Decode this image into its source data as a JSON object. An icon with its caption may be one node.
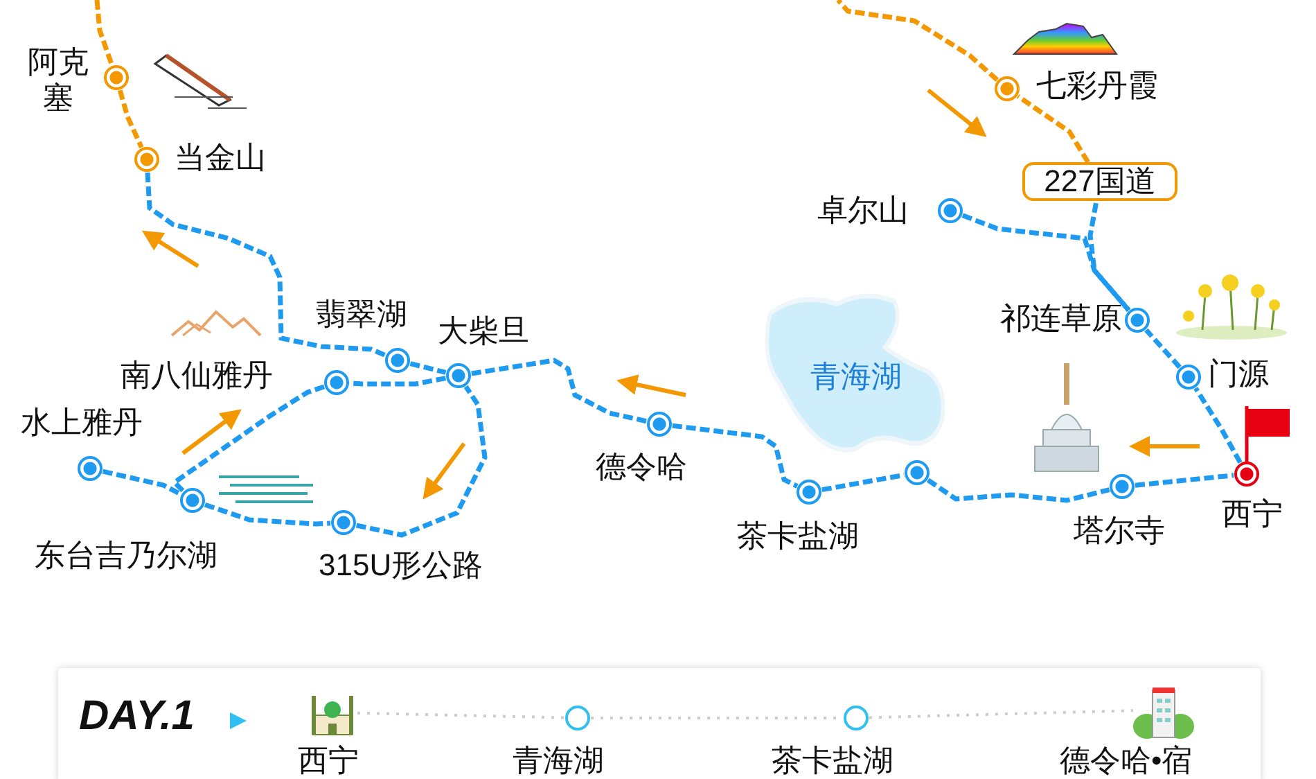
{
  "diagram": {
    "nodes": [
      {
        "text": [],
        "shape": "circle",
        "beside": [
          "阿克塞"
        ]
      },
      {
        "text": [],
        "shape": "circle",
        "beside": [
          "当金山"
        ]
      },
      {
        "text": [],
        "shape": "circle",
        "beside": [
          "七彩丹霞"
        ]
      },
      {
        "text": [
          "227国道"
        ]
      },
      {
        "text": [],
        "shape": "circle",
        "beside": [
          "卓尔山"
        ]
      },
      {
        "text": [],
        "shape": "circle",
        "beside": [
          "祁连草原"
        ]
      },
      {
        "text": [],
        "shape": "circle",
        "beside": [
          "门源"
        ]
      },
      {
        "text": [],
        "shape": "circle",
        "beside": [
          "西宁"
        ]
      },
      {
        "text": [],
        "shape": "circle",
        "beside": [
          "塔尔寺"
        ]
      },
      {
        "text": [],
        "shape": "circle"
      },
      {
        "text": [],
        "shape": "circle",
        "beside": [
          "茶卡盐湖"
        ]
      },
      {
        "text": [],
        "shape": "circle",
        "beside": [
          "德令哈"
        ]
      },
      {
        "text": [],
        "shape": "circle",
        "beside": [
          "大柴旦"
        ]
      },
      {
        "text": [],
        "shape": "circle",
        "beside": [
          "翡翠湖"
        ]
      },
      {
        "text": [],
        "shape": "circle",
        "beside": [
          "南八仙雅丹"
        ]
      },
      {
        "text": [],
        "shape": "circle",
        "beside": [
          "水上雅丹"
        ]
      },
      {
        "text": [],
        "shape": "circle",
        "beside": [
          "东台吉乃尔湖"
        ]
      },
      {
        "text": [],
        "shape": "circle",
        "beside": [
          "315U形公路"
        ]
      },
      {
        "text": [
          "青海湖"
        ]
      },
      {
        "text": [],
        "shape": "picture",
        "beside": [
          "西宁"
        ]
      },
      {
        "text": [],
        "shape": "circle",
        "beside": [
          "青海湖"
        ]
      },
      {
        "text": [],
        "shape": "circle",
        "beside": [
          "茶卡盐湖"
        ]
      },
      {
        "text": [],
        "shape": "picture",
        "beside": [
          "德令哈•宿"
        ]
      }
    ],
    "edges": [
      {
        "from": null,
        "to": 0,
        "arrow": "none",
        "color": "#f39800"
      },
      {
        "from": 0,
        "to": 1,
        "arrow": "none",
        "color": "#f39800"
      },
      {
        "from": 1,
        "to": 13,
        "arrow": "none"
      },
      {
        "from": 13,
        "to": 12,
        "arrow": "none"
      },
      {
        "from": 12,
        "to": 11,
        "arrow": "none"
      },
      {
        "from": 11,
        "to": 10,
        "arrow": "none"
      },
      {
        "from": 10,
        "to": 9,
        "arrow": "none"
      },
      {
        "from": 9,
        "to": 8,
        "arrow": "none"
      },
      {
        "from": 8,
        "to": 7,
        "arrow": "none"
      },
      {
        "from": 12,
        "to": 14,
        "arrow": "none"
      },
      {
        "from": 14,
        "to": 16,
        "arrow": "none"
      },
      {
        "from": 15,
        "to": 16,
        "arrow": "none"
      },
      {
        "from": 16,
        "to": 17,
        "arrow": "none"
      },
      {
        "from": 17,
        "to": 12,
        "arrow": "none"
      },
      {
        "from": 7,
        "to": 6,
        "arrow": "none"
      },
      {
        "from": 6,
        "to": 5,
        "arrow": "none"
      },
      {
        "from": 5,
        "to": 3,
        "arrow": "none"
      },
      {
        "from": 4,
        "to": 5,
        "arrow": "none"
      },
      {
        "from": 3,
        "to": 2,
        "arrow": "none",
        "color": "#f39800"
      },
      {
        "from": 2,
        "to": null,
        "arrow": "none",
        "color": "#f39800"
      },
      {
        "from": 19,
        "to": 20,
        "arrow": "none",
        "style": "dashed",
        "color": "#cccccc"
      },
      {
        "from": 20,
        "to": 21,
        "arrow": "none",
        "style": "dashed",
        "color": "#cccccc"
      },
      {
        "from": 21,
        "to": 22,
        "arrow": "none",
        "style": "dashed",
        "color": "#cccccc"
      }
    ],
    "labels": [
      "DAY.1"
    ]
  }
}
